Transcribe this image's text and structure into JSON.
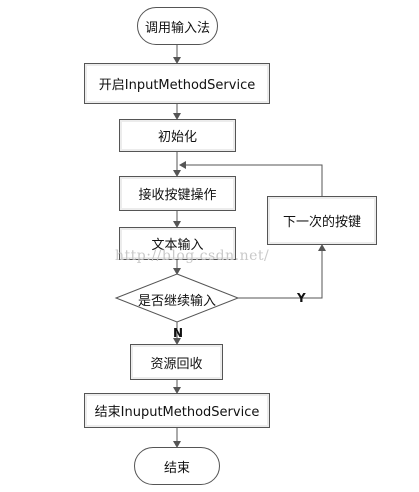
{
  "nodes": {
    "start": "调用输入法",
    "open_service": "开启InputMethodService",
    "init": "初始化",
    "receive_key": "接收按键操作",
    "text_input": "文本输入",
    "continue_q": "是否继续输入",
    "next_key": "下一次的按键",
    "recycle": "资源回收",
    "end_service": "结束InuputMethodService",
    "end": "结束"
  },
  "edge_labels": {
    "yes": "Y",
    "no": "N"
  },
  "watermark": "http://blog.csdn.net/"
}
